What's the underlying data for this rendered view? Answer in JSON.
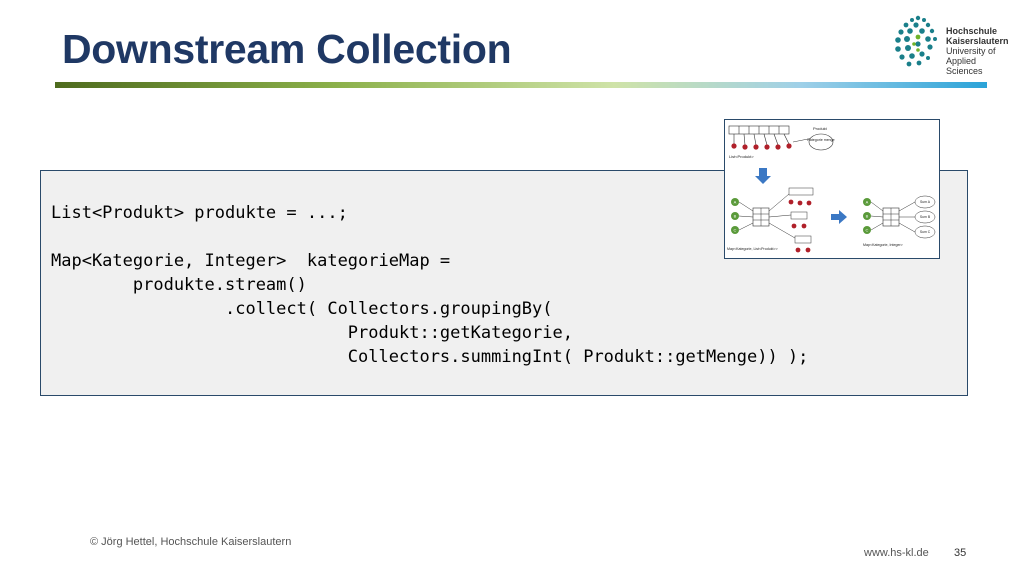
{
  "slide": {
    "title": "Downstream Collection",
    "code_lines": [
      "List<Produkt> produkte = ...;",
      "",
      "Map<Kategorie, Integer>  kategorieMap =",
      "        produkte.stream()",
      "                 .collect( Collectors.groupingBy(",
      "                             Produkt::getKategorie,",
      "                             Collectors.summingInt( Produkt::getMenge)) );"
    ]
  },
  "logo": {
    "line1": "Hochschule",
    "line2": "Kaiserslautern",
    "line3": "University of",
    "line4": "Applied Sciences",
    "icon": "hs-kl-dot-swirl-logo"
  },
  "diagram": {
    "produkt_label": "Produkt",
    "bubble_label": "Kategorie menge",
    "list_label": "List<Produkt>",
    "map_list_label": "Map<Kategorie, List<Produkt>>",
    "map_int_label": "Map<Kategorie, Integer>",
    "keys": [
      "A",
      "B",
      "C"
    ],
    "sums": [
      "Sum A",
      "Sum B",
      "Sum C"
    ]
  },
  "footer": {
    "copyright": "© Jörg Hettel, Hochschule Kaiserslautern",
    "url": "www.hs-kl.de",
    "page": "35"
  },
  "colors": {
    "title": "#1f3864",
    "accent_green": "#8bb04a",
    "accent_blue": "#2aa3d8",
    "node_red": "#b0202a",
    "key_green": "#5a9a3a",
    "arrow_blue": "#3b78c4"
  }
}
